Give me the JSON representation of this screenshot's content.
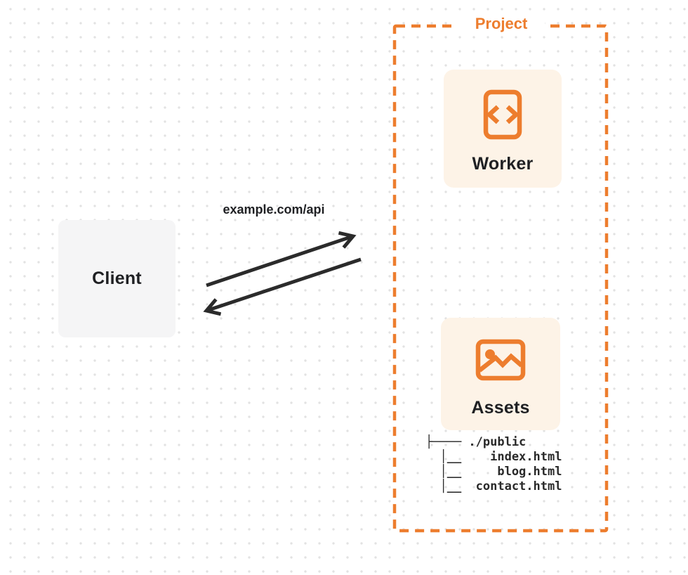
{
  "colors": {
    "accent_orange": "#ed7d2e",
    "node_peach_bg": "#fdf3e7",
    "client_gray_bg": "#f5f5f6",
    "text_dark": "#1f2023",
    "arrow_dark": "#2b2b2b",
    "dot_grid": "#e2e2e2"
  },
  "diagram": {
    "project": {
      "label": "Project"
    },
    "client": {
      "label": "Client"
    },
    "worker": {
      "label": "Worker",
      "icon": "code-file-icon"
    },
    "assets": {
      "label": "Assets",
      "icon": "image-icon"
    },
    "request": {
      "label": "example.com/api"
    },
    "file_tree": {
      "lines": [
        "├──── ./public",
        "  │__    index.html",
        "  │__     blog.html",
        "  │__  contact.html"
      ]
    }
  }
}
